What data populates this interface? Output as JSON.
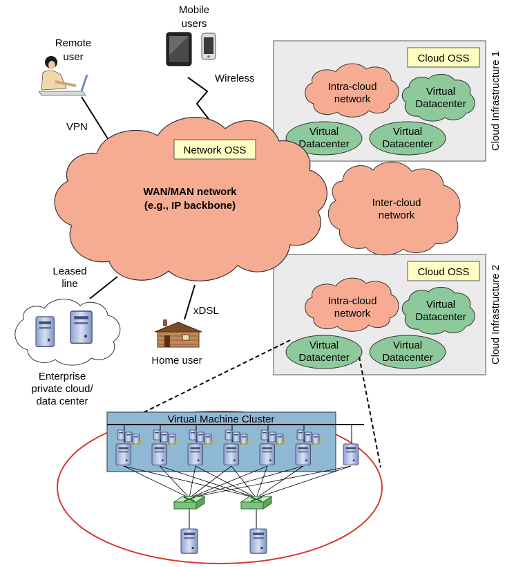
{
  "colors": {
    "wan_cloud": "#f6ac92",
    "intra_cloud": "#f7ab93",
    "virtual_dc": "#8dc99a",
    "oss_box": "#ffffc4",
    "infra_box": "#ebebeb",
    "vm_cluster": "#8fb8d4",
    "red_ellipse": "#d9372c",
    "switch": "#9fd49f",
    "server": "#a9b9dc"
  },
  "labels": {
    "mobile_users": [
      "Mobile",
      "users"
    ],
    "remote_user": [
      "Remote",
      "user"
    ],
    "wireless": "Wireless",
    "vpn": "VPN",
    "network_oss": "Network OSS",
    "wan": [
      "WAN/MAN network",
      "(e.g., IP backbone)"
    ],
    "leased_line": [
      "Leased",
      "line"
    ],
    "xdsl": "xDSL",
    "home_user": "Home user",
    "enterprise": [
      "Enterprise",
      "private cloud/",
      "data center"
    ],
    "inter_cloud": [
      "Inter-cloud",
      "network"
    ],
    "cloud_oss": "Cloud OSS",
    "intra_cloud": [
      "Intra-cloud",
      "network"
    ],
    "virtual_datacenter": [
      "Virtual",
      "Datacenter"
    ],
    "infra1": "Cloud Infrastructure 1",
    "infra2": "Cloud Infrastructure 2",
    "vm_cluster": "Virtual Machine Cluster"
  }
}
